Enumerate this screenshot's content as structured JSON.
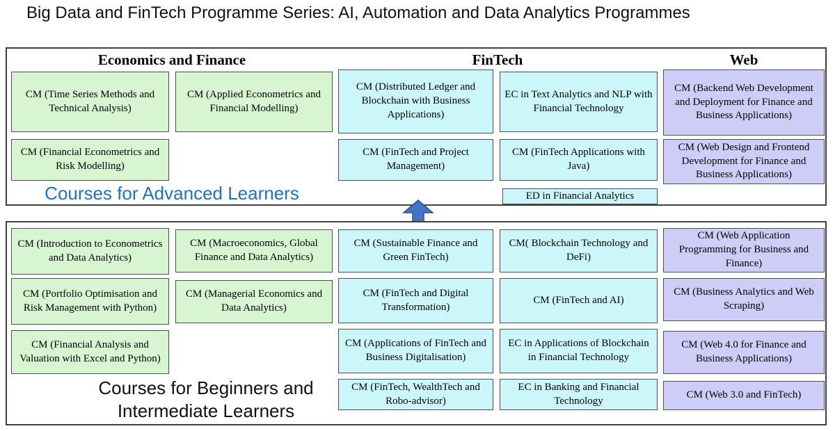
{
  "title": "Big Data and FinTech Programme Series: AI, Automation and Data Analytics Programmes",
  "columns": {
    "economics": "Economics and Finance",
    "fintech": "FinTech",
    "web": "Web"
  },
  "advanced": {
    "label": "Courses for Advanced Learners",
    "eco": [
      "CM (Time Series Methods and Technical Analysis)",
      "CM (Applied Econometrics and Financial Modelling)",
      "CM (Financial Econometrics and Risk Modelling)"
    ],
    "fintech": [
      "CM (Distributed Ledger and Blockchain with Business Applications)",
      "EC in Text Analytics and NLP with Financial Technology",
      "CM (FinTech and Project Management)",
      "CM (FinTech Applications with Java)",
      "ED in Financial Analytics"
    ],
    "web": [
      "CM (Backend Web Development and Deployment for Finance and Business Applications)",
      "CM (Web Design and Frontend Development for Finance and Business Applications)"
    ]
  },
  "beginner": {
    "label": "Courses for Beginners and Intermediate Learners",
    "eco": [
      "CM (Introduction to Econometrics and Data Analytics)",
      "CM (Macroeconomics, Global Finance and Data Analytics)",
      "CM (Portfolio Optimisation and Risk Management with Python)",
      "CM (Managerial Economics and Data Analytics)",
      "CM (Financial Analysis and Valuation with Excel and Python)"
    ],
    "fintech": [
      "CM (Sustainable Finance and Green FinTech)",
      "CM( Blockchain Technology and DeFi)",
      "CM (FinTech and Digital Transformation)",
      "CM (FinTech and AI)",
      "CM (Applications of FinTech and Business Digitalisation)",
      "EC in Applications of Blockchain in Financial Technology",
      "CM (FinTech, WealthTech and Robo-advisor)",
      "EC in Banking and Financial Technology"
    ],
    "web": [
      "CM (Web Application Programming for Business and Finance)",
      "CM (Business Analytics and Web Scraping)",
      "CM (Web 4.0 for Finance and Business Applications)",
      "CM (Web 3.0 and FinTech)"
    ]
  },
  "colors": {
    "economics": "#d6f5d0",
    "fintech": "#ccf7fa",
    "web": "#cdcdf7",
    "advanced_label": "#1f72bc",
    "arrow": "#4472c4",
    "arrow_border": "#2f528f"
  }
}
